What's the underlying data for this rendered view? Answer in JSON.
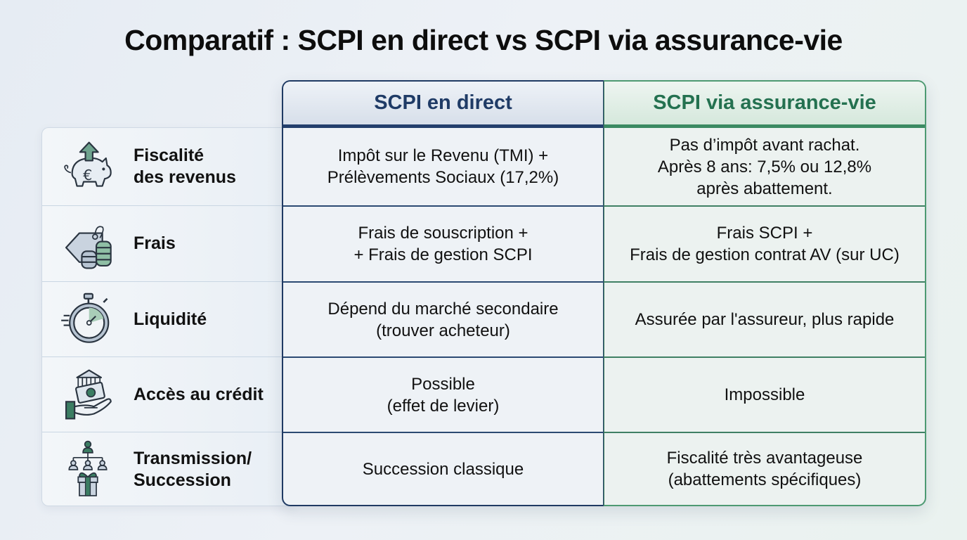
{
  "title": "Comparatif : SCPI en direct vs SCPI via assurance-vie",
  "columns": {
    "direct": {
      "label": "SCPI en direct",
      "color": "#1f3b66"
    },
    "av": {
      "label": "SCPI via assurance-vie",
      "color": "#247150"
    }
  },
  "rows": [
    {
      "icon": "piggy-bank-euro-icon",
      "label": "Fiscalité\ndes revenus",
      "direct": "Impôt sur le Revenu (TMI) +\nPrélèvements Sociaux (17,2%)",
      "av": "Pas d’impôt avant rachat.\nAprès 8 ans: 7,5% ou 12,8%\naprès abattement."
    },
    {
      "icon": "price-tag-coins-icon",
      "label": "Frais",
      "direct": "Frais de souscription +\n+ Frais de gestion SCPI",
      "av": "Frais SCPI +\nFrais de gestion contrat AV (sur UC)"
    },
    {
      "icon": "stopwatch-icon",
      "label": "Liquidité",
      "direct": "Dépend du marché secondaire\n(trouver acheteur)",
      "av": "Assurée par l'assureur, plus rapide"
    },
    {
      "icon": "hand-bank-money-icon",
      "label": "Accès au crédit",
      "direct": "Possible\n(effet de levier)",
      "av": "Impossible"
    },
    {
      "icon": "family-tree-gift-icon",
      "label": "Transmission/\nSuccession",
      "direct": "Succession classique",
      "av": "Fiscalité très avantageuse\n(abattements spécifiques)"
    }
  ]
}
